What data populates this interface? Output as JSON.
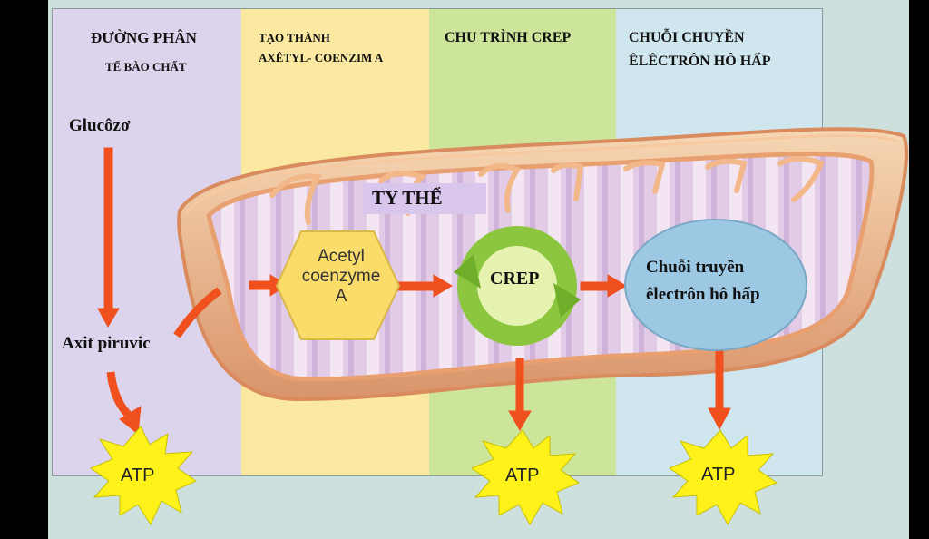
{
  "columns": [
    {
      "title": "ĐƯỜNG PHÂN",
      "subtitle": "TẾ BÀO CHẤT",
      "color": "#dcd4ec"
    },
    {
      "title": "TẠO THÀNH",
      "subtitle": "AXÊTYL- COENZIM A",
      "color": "#fbe9a1"
    },
    {
      "title": "CHU TRÌNH CREP",
      "subtitle": "",
      "color": "#cde59a"
    },
    {
      "title": "CHUỖI CHUYỀN",
      "subtitle": "ÊLÊCTRÔN HÔ HẤP",
      "color": "#cfe6ee"
    }
  ],
  "labels": {
    "glucose": "Glucôzơ",
    "pyruvic": "Axit piruvic",
    "mitochondrion": "TY THỂ",
    "acetyl_line1": "Acetyl",
    "acetyl_line2": "coenzyme",
    "acetyl_line3": "A",
    "crep": "CREP",
    "etc_line1": "Chuỗi truyền",
    "etc_line2": "êlectrôn hô hấp",
    "atp": "ATP"
  },
  "colors": {
    "arrow": "#f0501e",
    "atp_star": "#fff21a",
    "acetyl_hex": "#f9dc6a",
    "crep_ring": "#8cc63f",
    "etc_oval": "#9cc8e4",
    "membrane": "#e8a070"
  }
}
